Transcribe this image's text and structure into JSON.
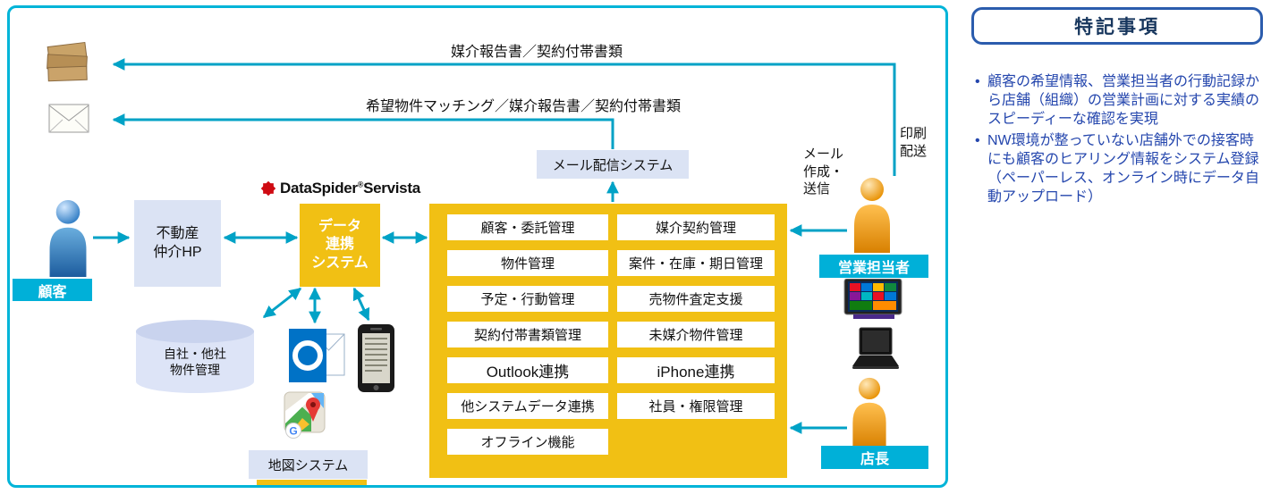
{
  "colors": {
    "accent_arrow": "#00a2c6",
    "frame_border": "#00b4d8",
    "gold": "#f1c014",
    "label_cyan": "#00b0d8",
    "box_lavender": "#dbe3f4",
    "note_text_blue": "#2446ad",
    "note_title_navy": "#17365d"
  },
  "flows": {
    "print_doc_label": "媒介報告書／契約付帯書類",
    "mail_doc_label": "希望物件マッチング／媒介報告書／契約付帯書類",
    "print_delivery": "印刷\n配送",
    "mail_compose": "メール\n作成・\n送信"
  },
  "nodes": {
    "mail_system": "メール配信システム",
    "customer": "顧客",
    "hp_box": "不動産\n仲介HP",
    "dataspider": {
      "part1": "DataSpider",
      "reg": "®",
      "part2": "Servista"
    },
    "data_link": "データ\n連携\nシステム",
    "property_db": "自社・他社\n物件管理",
    "map_system": "地図システム",
    "sales_rep": "営業担当者",
    "store_manager": "店長"
  },
  "features": {
    "left": [
      "顧客・委託管理",
      "物件管理",
      "予定・行動管理",
      "契約付帯書類管理",
      "Outlook連携",
      "他システムデータ連携",
      "オフライン機能"
    ],
    "right": [
      "媒介契約管理",
      "案件・在庫・期日管理",
      "売物件査定支援",
      "未媒介物件管理",
      "iPhone連携",
      "社員・権限管理"
    ]
  },
  "notes": {
    "title": "特記事項",
    "bullets": [
      "顧客の希望情報、営業担当者の行動記録から店舗（組織）の営業計画に対する実績のスピーディーな確認を実現",
      "NW環境が整っていない店舗外での接客時にも顧客のヒアリング情報をシステム登録（ペーパーレス、オンライン時にデータ自動アップロード）"
    ]
  }
}
